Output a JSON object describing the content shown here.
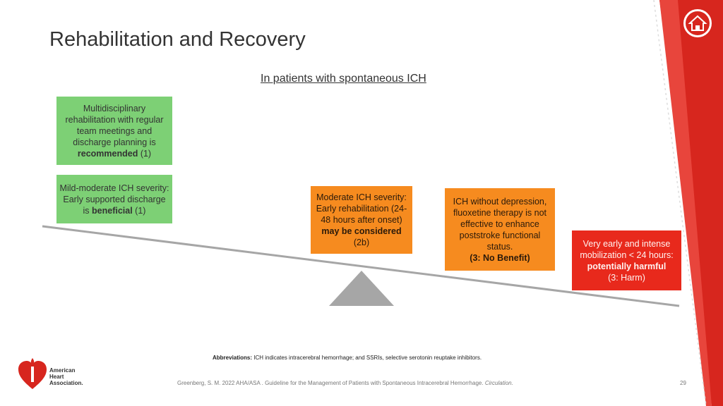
{
  "slide": {
    "title": "Rehabilitation and Recovery",
    "subtitle": "In patients with spontaneous ICH",
    "page_number": "29"
  },
  "boxes": {
    "b1": {
      "pre": "Multidisciplinary rehabilitation with regular team meetings and discharge planning is ",
      "bold": "recommended",
      "post": " (1)"
    },
    "b2": {
      "pre": "Mild-moderate ICH severity: Early supported discharge is ",
      "bold": "beneficial",
      "post": " (1)"
    },
    "b3": {
      "pre": "Moderate ICH severity: Early rehabilitation (24-48 hours after onset) ",
      "bold": "may be considered",
      "post": " (2b)"
    },
    "b4": {
      "pre": "ICH without depression, fluoxetine therapy is not effective to enhance poststroke functional status.",
      "bold": "(3: No Benefit)",
      "post": ""
    },
    "b5": {
      "pre": "Very early and intense mobilization < 24 hours: ",
      "bold": "potentially harmful",
      "post": "(3: Harm)"
    }
  },
  "footer": {
    "abbr_label": "Abbreviations:",
    "abbr_text": " ICH indicates intracerebral hemorrhage; and SSRIs, selective serotonin reuptake inhibitors.",
    "citation": "Greenberg, S. M. 2022 AHA/ASA . Guideline for the Management of Patients with Spontaneous Intracerebral Hemorrhage. ",
    "citation_journal": "Circulation.",
    "logo_line1": "American",
    "logo_line2": "Heart",
    "logo_line3": "Association."
  },
  "icons": {
    "home": "home-icon",
    "logo": "heart-torch-logo"
  },
  "colors": {
    "green": "#7dd075",
    "orange": "#f68b1f",
    "red": "#e8291c",
    "accent_red": "#d7261e",
    "beam": "#a6a6a6"
  }
}
